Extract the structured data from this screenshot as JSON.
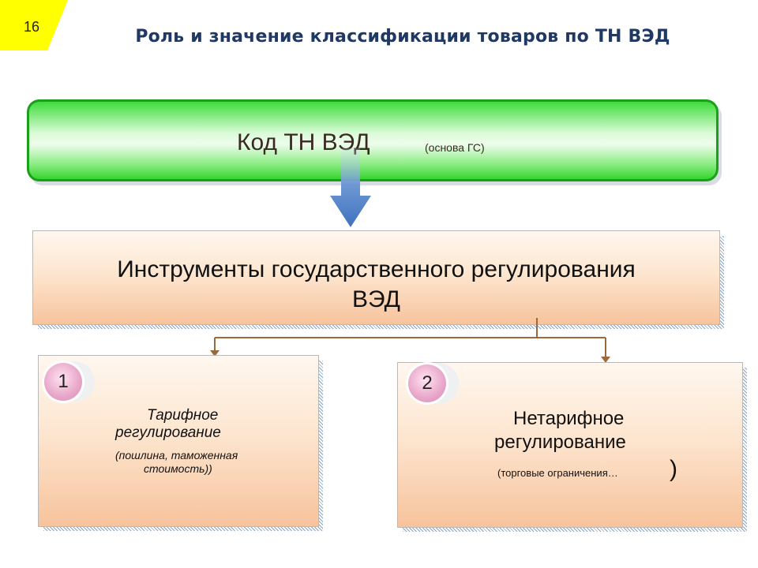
{
  "slide": {
    "number": "16",
    "badge_color": "#ffff00"
  },
  "title": "Роль  и значение  классификации товаров по ТН ВЭД",
  "code_box": {
    "main": "Код ТН ВЭД",
    "sub": "(основа ГС)"
  },
  "instruments": {
    "line1": "Инструменты государственного регулирования",
    "line2": "ВЭД"
  },
  "tariff": {
    "number": "1",
    "title_line1": "Тарифное",
    "title_line2": "регулирование",
    "note_line1": "(пошлина, таможенная",
    "note_line2": "стоимость))"
  },
  "nontariff": {
    "number": "2",
    "title_line1": "Нетарифное",
    "title_line2": "регулирование",
    "note": "(торговые ограничения…",
    "closing_paren": ")"
  },
  "colors": {
    "title": "#1f3864",
    "green_border": "#1aa01a",
    "arrow": "#4a7bc4",
    "connector": "#9b6a3c",
    "circle": "#e8a6c9"
  }
}
